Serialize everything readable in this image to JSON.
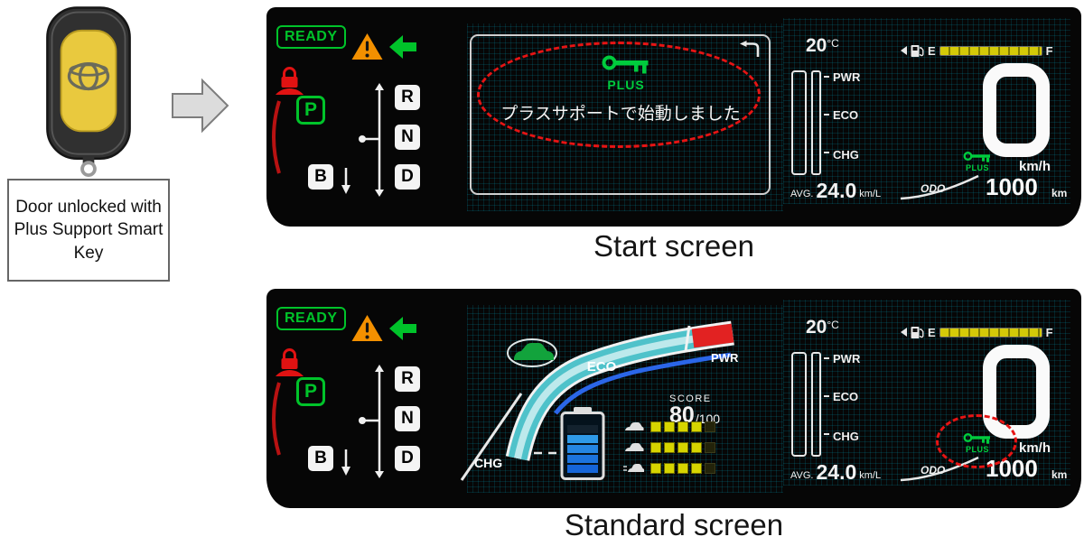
{
  "figure": {
    "key_caption": "Door unlocked with Plus Support Smart Key",
    "start_screen_label": "Start screen",
    "standard_screen_label": "Standard screen"
  },
  "cluster": {
    "ready": "READY",
    "gear": {
      "p": "P",
      "r": "R",
      "n": "N",
      "d": "D",
      "b": "B"
    },
    "temp_value": "20",
    "temp_unit": "°C",
    "fuel": {
      "e": "E",
      "f": "F"
    },
    "gauge": {
      "pwr": "PWR",
      "eco": "ECO",
      "chg": "CHG"
    },
    "avg_label": "AVG.",
    "avg_value": "24.0",
    "avg_unit": "km/L",
    "speed_value": "0",
    "speed_unit": "km/h",
    "plus_badge": "PLUS",
    "odo_label": "ODO",
    "odo_value": "1000",
    "odo_unit": "km"
  },
  "start_screen": {
    "plus_key_label": "PLUS",
    "message": "プラスサポートで始動しました"
  },
  "standard_screen": {
    "hsi": {
      "chg": "CHG",
      "eco": "ECO",
      "pwr": "PWR"
    },
    "score_label": "SCORE",
    "score_value": "80",
    "score_total": "/100",
    "eco_score_rows": [
      {
        "icon": "start-phase-car-icon",
        "filled": 4,
        "total": 5
      },
      {
        "icon": "cruise-phase-car-icon",
        "filled": 4,
        "total": 5
      },
      {
        "icon": "stop-phase-car-icon",
        "filled": 4,
        "total": 5
      }
    ],
    "battery_bars_filled": 4,
    "battery_bars_total": 5
  },
  "colors": {
    "indicator_green": "#00c32a",
    "warning_orange": "#f39000",
    "alert_red": "#e01212",
    "highlight_dashed_red": "#e61414",
    "hsi_teal": "#4fc2ca",
    "hsi_blue": "#2b66e8",
    "hsi_pwr_red": "#e22222",
    "fuel_yellow": "#d4ca08",
    "eco_square_yellow": "#d6d400"
  },
  "icons": [
    "toyota-smart-key",
    "block-arrow-right",
    "warning-triangle",
    "turn-signal-left",
    "vehicle-security",
    "fuel-pump",
    "fuel-door-arrow",
    "plus-key",
    "return-arrow",
    "eco-car",
    "hybrid-battery"
  ]
}
